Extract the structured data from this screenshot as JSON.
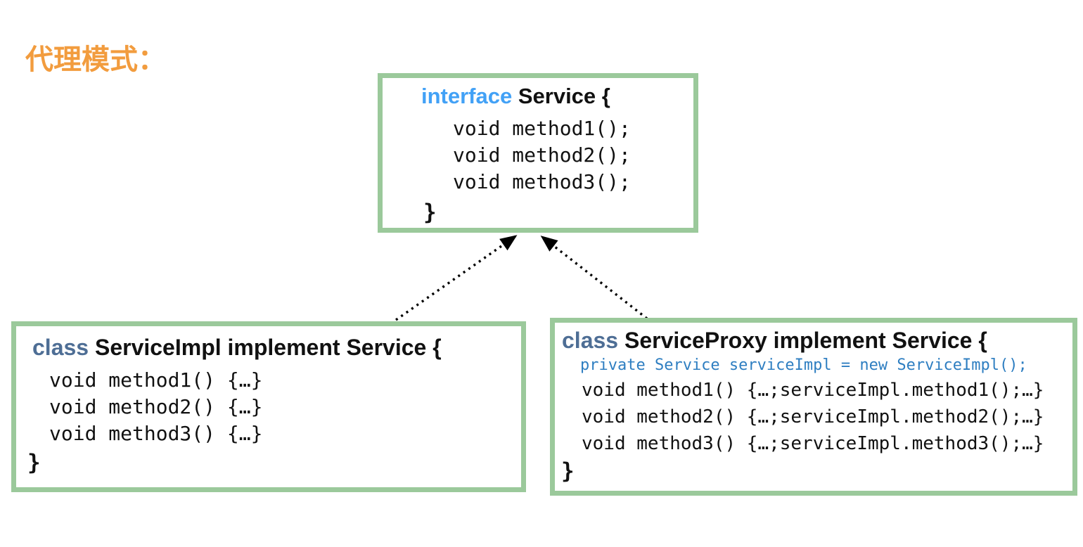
{
  "title": "代理模式：",
  "colors": {
    "title-orange": "#F29C3E",
    "box-green": "#9BC99B",
    "interface-blue": "#42A1F6",
    "class-slate": "#4E6E95",
    "code-blue": "#2E7EC1",
    "text-black": "#111111",
    "arrow-black": "#000000"
  },
  "interface_box": {
    "keyword": "interface",
    "declaration": " Service {",
    "methods": [
      "void method1();",
      "void method2();",
      "void method3();"
    ],
    "closing_brace": "}"
  },
  "impl_box": {
    "keyword": "class",
    "declaration": " ServiceImpl implement Service {",
    "methods": [
      "void method1() {…}",
      "void method2() {…}",
      "void method3() {…}"
    ],
    "closing_brace": "}"
  },
  "proxy_box": {
    "keyword": "class",
    "declaration": " ServiceProxy implement Service {",
    "field": "private Service serviceImpl = new ServiceImpl();",
    "methods": [
      "void method1() {…;serviceImpl.method1();…}",
      "void method2() {…;serviceImpl.method2();…}",
      "void method3() {…;serviceImpl.method3();…}"
    ],
    "closing_brace": "}"
  }
}
